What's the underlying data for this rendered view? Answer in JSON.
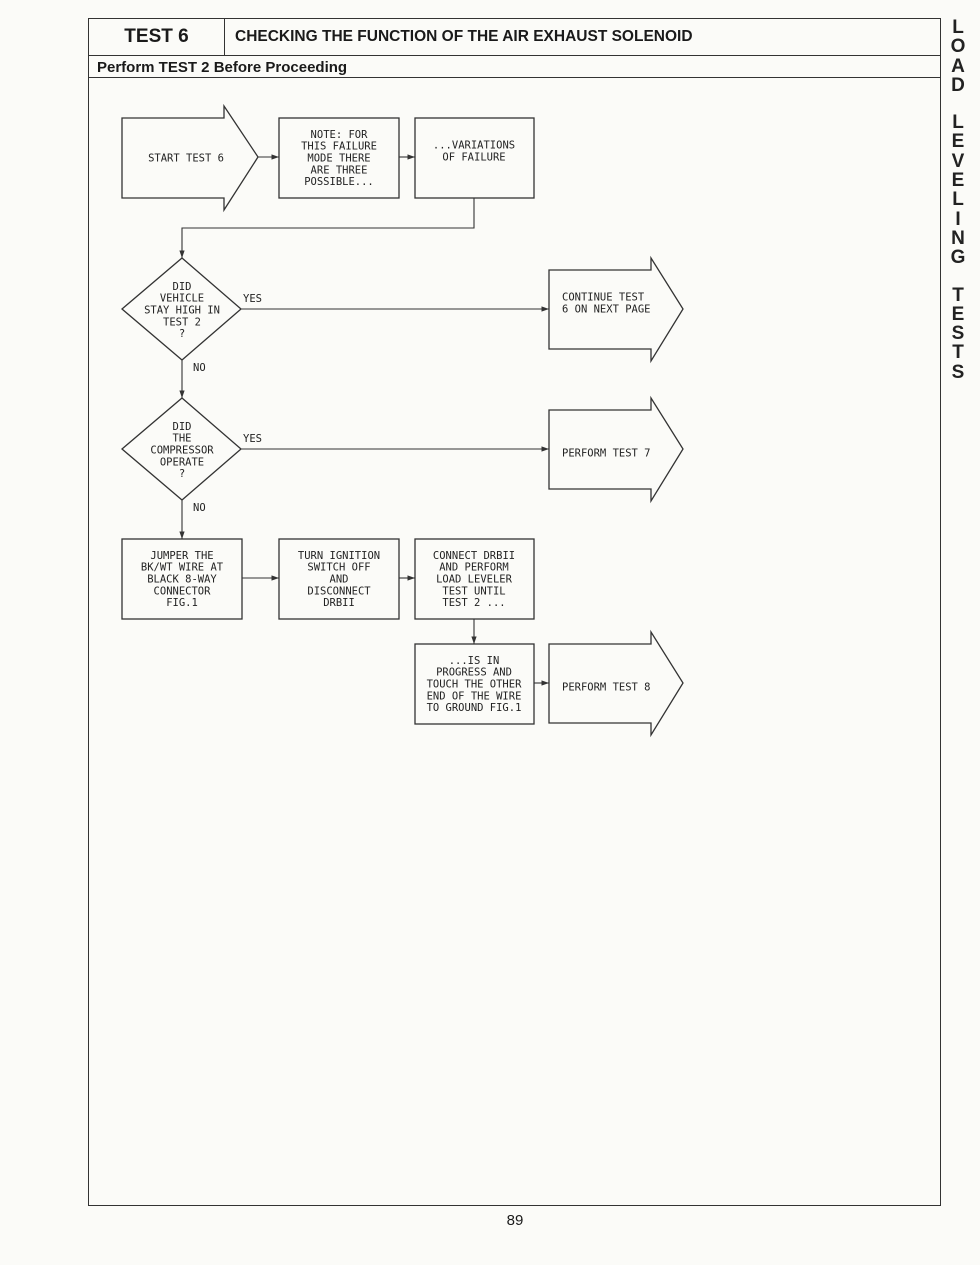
{
  "header": {
    "test_number": "TEST 6",
    "title": "CHECKING THE FUNCTION OF THE AIR EXHAUST SOLENOID",
    "prerequisite": "Perform TEST 2 Before Proceeding"
  },
  "side_tab": {
    "words": [
      "LOAD",
      "LEVELING",
      "TESTS"
    ]
  },
  "page_number": "89",
  "flowchart": {
    "start": [
      "START TEST 6"
    ],
    "note": [
      "NOTE: FOR",
      "THIS FAILURE",
      "MODE THERE",
      "ARE THREE",
      "POSSIBLE..."
    ],
    "variations": [
      "...VARIATIONS",
      "OF FAILURE"
    ],
    "decision1": [
      "DID",
      "VEHICLE",
      "STAY HIGH IN",
      "TEST 2",
      "?"
    ],
    "decision1_yes": "YES",
    "decision1_no": "NO",
    "continue": [
      "CONTINUE TEST",
      "6 ON NEXT PAGE"
    ],
    "decision2": [
      "DID",
      "THE",
      "COMPRESSOR",
      "OPERATE",
      "?"
    ],
    "decision2_yes": "YES",
    "decision2_no": "NO",
    "test7": [
      "PERFORM TEST 7"
    ],
    "jumper": [
      "JUMPER THE",
      "BK/WT WIRE AT",
      "BLACK 8-WAY",
      "CONNECTOR",
      "FIG.1"
    ],
    "ignition": [
      "TURN IGNITION",
      "SWITCH OFF",
      "AND",
      "DISCONNECT",
      "DRBII"
    ],
    "connect": [
      "CONNECT DRBII",
      "AND PERFORM",
      "LOAD LEVELER",
      "TEST UNTIL",
      "TEST 2 ..."
    ],
    "progress": [
      "...IS IN",
      "PROGRESS AND",
      "TOUCH THE OTHER",
      "END OF THE WIRE",
      "TO GROUND FIG.1"
    ],
    "test8": [
      "PERFORM TEST 8"
    ]
  }
}
